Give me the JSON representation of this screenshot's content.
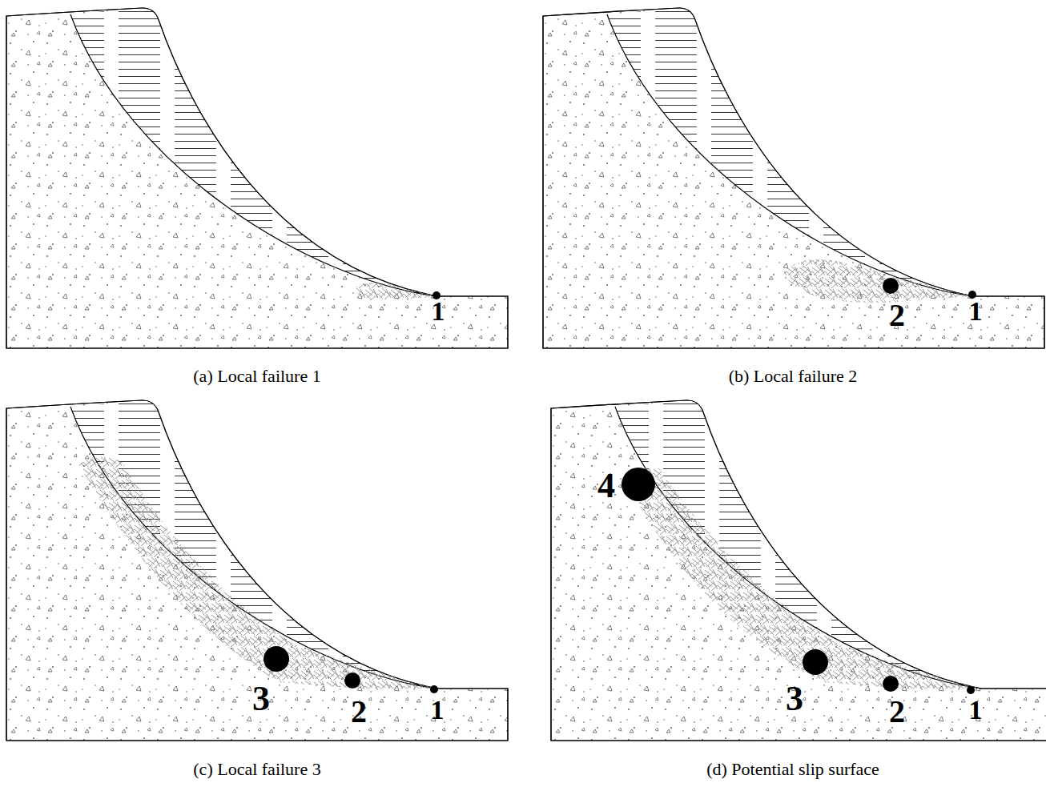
{
  "diagram": {
    "labels": [
      "1",
      "(a) Local failure 1",
      "2",
      "1",
      "(b) Local failure 2",
      "3",
      "2",
      "1",
      "(c) Local failure 3",
      "4",
      "3",
      "2",
      "1",
      "(d) Potential slip surface"
    ]
  }
}
